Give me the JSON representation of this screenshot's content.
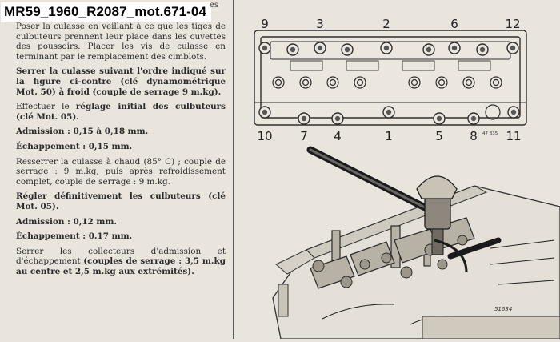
{
  "header": {
    "label": "MR59_1960_R2087_mot.671-04",
    "corner_fragment": "es"
  },
  "instructions": {
    "p1": "Poser la culasse en veillant à ce que les tiges de culbuteurs prennent leur place dans les cuvettes des poussoirs. Placer les vis de culasse en terminant par le remplacement des cimblots.",
    "p2": "Serrer la culasse suivant l'ordre indiqué sur la figure ci-contre (clé dynamométrique Mot. 50) à froid (couple de serrage 9 m.kg).",
    "p3_prefix": "Effectuer le ",
    "p3_bold": "réglage initial des culbuteurs (clé Mot. 05).",
    "p4": "Admission : 0,15 à 0,18 mm.",
    "p5": "Échappement : 0,15 mm.",
    "p6": "Resserrer la culasse à chaud (85° C) ; couple de serrage : 9 m.kg, puis après refroidissement complet, couple de serrage : 9 m.kg.",
    "p7": "Régler définitivement les culbuteurs (clé Mot. 05).",
    "p8": "Admission : 0,12 mm.",
    "p9": "Échappement : 0.17 mm.",
    "p10_prefix": "Serrer les collecteurs d'admission et d'échappement ",
    "p10_bold": "(couples de serrage : 3,5 m.kg au centre et 2,5 m.kg aux extrémités)."
  },
  "diagram": {
    "top_numbers": [
      "9",
      "3",
      "2",
      "6",
      "12"
    ],
    "bottom_numbers": [
      "10",
      "7",
      "4",
      "1",
      "5",
      "8",
      "11"
    ],
    "small_ref": "47 835",
    "photo_ref": "51634"
  }
}
